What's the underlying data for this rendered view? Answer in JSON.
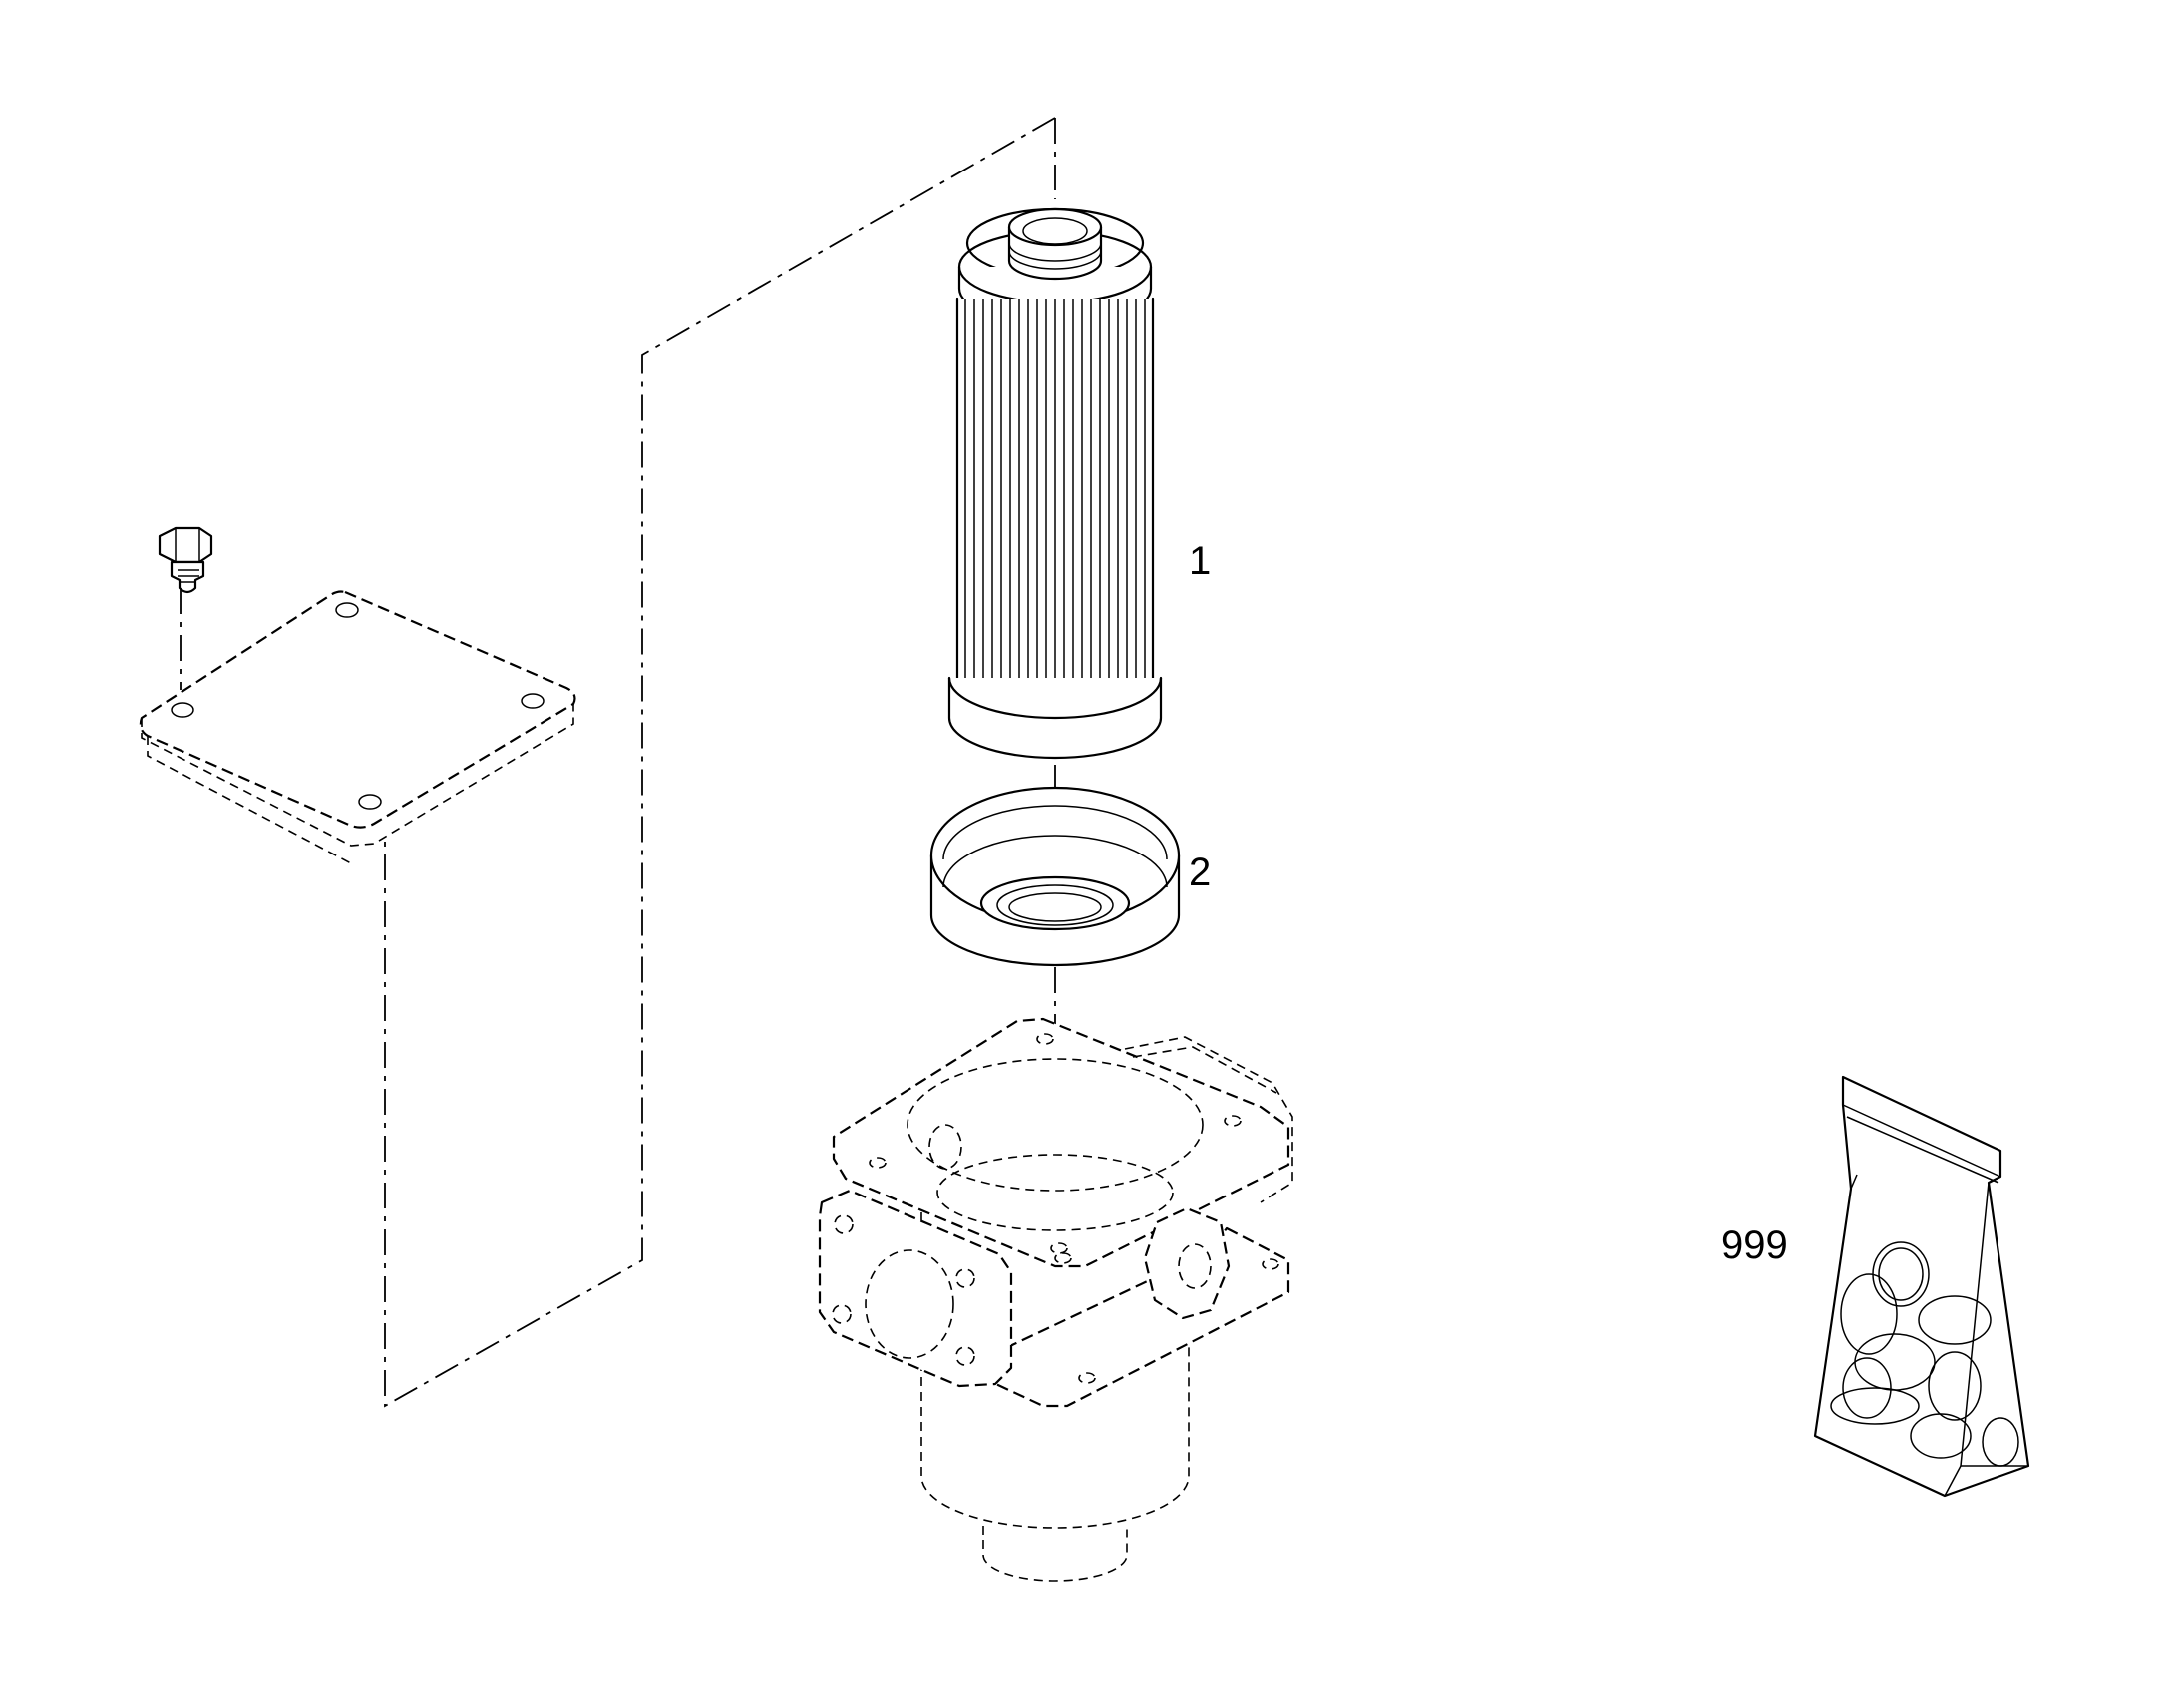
{
  "callouts": {
    "filter_element": "1",
    "filter_bowl": "2",
    "seal_kit": "999"
  }
}
